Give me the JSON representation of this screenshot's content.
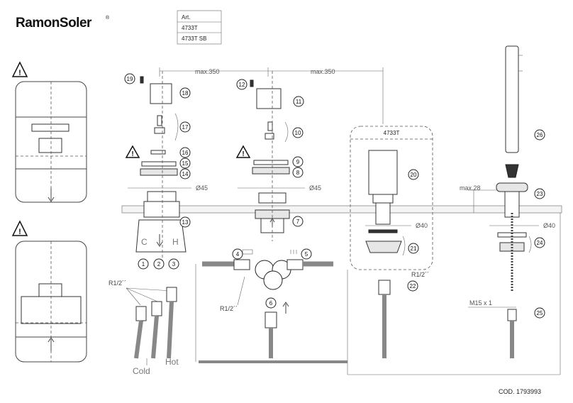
{
  "brand": {
    "name": "RamonSoler",
    "registered": "®"
  },
  "article_table": {
    "header": "Art.",
    "rows": [
      "4733T",
      "4733T SB"
    ]
  },
  "dimensions": {
    "max_350_left": "max.350",
    "max_350_right": "max.350",
    "dia45_left": "Ø45",
    "dia45_right": "Ø45",
    "max28": "max.28",
    "dia40_center": "Ø40",
    "dia40_right": "Ø40",
    "m15": "M15 x 1"
  },
  "threads": {
    "r12_left": "R1/2´´",
    "r12_center": "R1/2´´",
    "r12_right": "R1/2´´"
  },
  "group_label": "4733T",
  "valve_letters": {
    "cold": "C",
    "hot": "H"
  },
  "pipe_labels": {
    "cold": "Cold",
    "hot": "Hot"
  },
  "warning_symbol": "!",
  "part_numbers": [
    "1",
    "2",
    "3",
    "4",
    "5",
    "6",
    "7",
    "8",
    "9",
    "10",
    "11",
    "12",
    "13",
    "14",
    "15",
    "16",
    "17",
    "18",
    "19",
    "20",
    "21",
    "22",
    "23",
    "24",
    "25",
    "26"
  ],
  "code": "COD. 1793993",
  "colors": {
    "line": "#444444",
    "warning": "#111111",
    "pipe": "#888888"
  }
}
